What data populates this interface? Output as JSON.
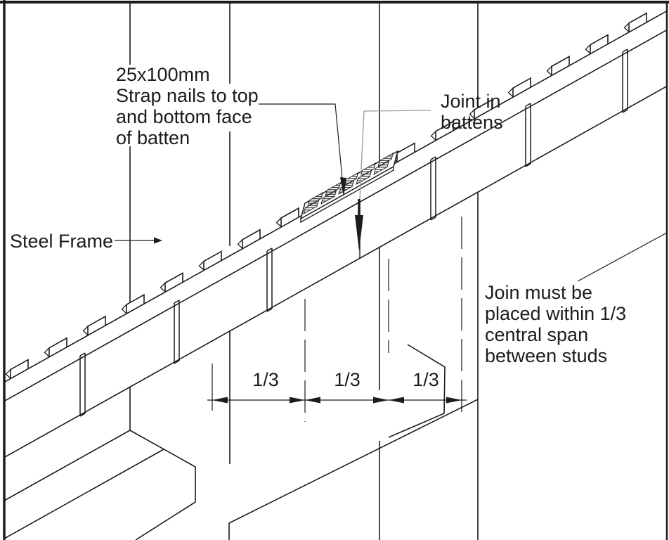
{
  "drawing": {
    "strap_note": {
      "line1": "25x100mm",
      "line2": "Strap nails to top",
      "line3": "and bottom face",
      "line4": "of batten"
    },
    "joint_note": {
      "line1": "Joint in",
      "line2": "battens"
    },
    "steel_frame_label": "Steel Frame",
    "join_note": {
      "line1": "Join must be",
      "line2": "placed within 1/3",
      "line3": "central span",
      "line4": "between studs"
    },
    "dim_labels": {
      "left": "1/3",
      "center": "1/3",
      "right": "1/3"
    },
    "colors": {
      "line": "#1c1c1c",
      "leader_grey": "#9b9b9b",
      "background": "#ffffff"
    },
    "icons": {
      "down_arrow": "joint-location-arrow",
      "right_arrow": "steel-frame-arrow",
      "dim_arrows": "dimension-arrowheads"
    }
  }
}
